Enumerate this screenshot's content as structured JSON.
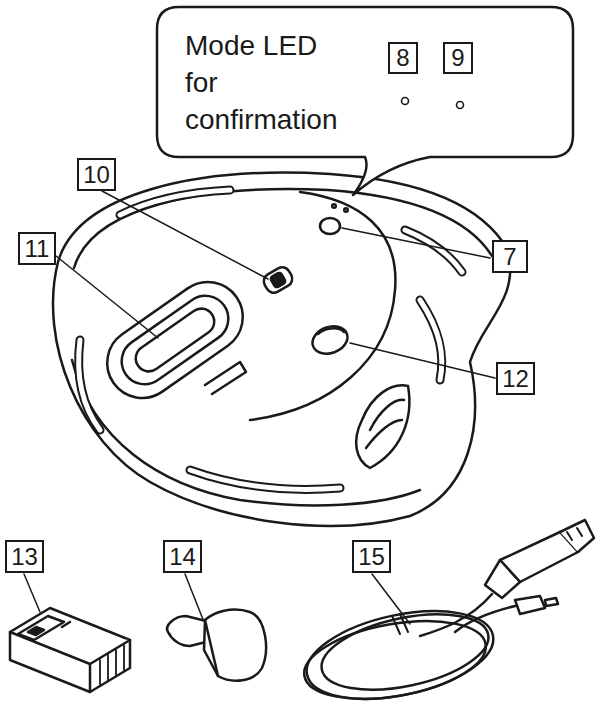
{
  "diagram": {
    "nodes": [
      {
        "text": [
          "Mode LED for confirmation"
        ]
      },
      {
        "text": [
          "8"
        ],
        "in": 0
      },
      {
        "text": [
          "9"
        ],
        "in": 0
      },
      {
        "text": [
          "10"
        ]
      },
      {
        "text": [
          "11"
        ]
      },
      {
        "text": [
          "7"
        ]
      },
      {
        "text": [
          "12"
        ]
      },
      {
        "text": [
          "13"
        ]
      },
      {
        "text": [
          "14"
        ]
      },
      {
        "text": [
          "15"
        ]
      }
    ]
  }
}
